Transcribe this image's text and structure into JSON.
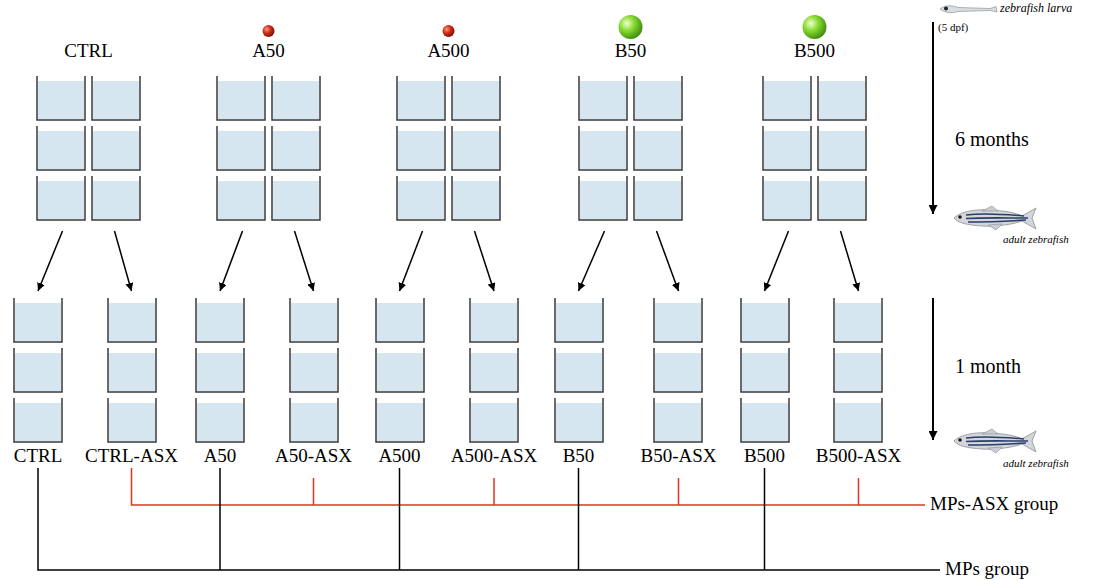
{
  "diagram": {
    "nodes": [
      {
        "text": [
          "CTRL"
        ]
      },
      {
        "text": [
          "A50"
        ]
      },
      {
        "text": [
          "A500"
        ]
      },
      {
        "text": [
          "B50"
        ]
      },
      {
        "text": [
          "B500"
        ]
      },
      {
        "text": [
          "CTRL"
        ]
      },
      {
        "text": [
          "CTRL-ASX"
        ]
      },
      {
        "text": [
          "A50"
        ]
      },
      {
        "text": [
          "A50-ASX"
        ]
      },
      {
        "text": [
          "A500"
        ]
      },
      {
        "text": [
          "A500-ASX"
        ]
      },
      {
        "text": [
          "B50"
        ]
      },
      {
        "text": [
          "B50-ASX"
        ]
      },
      {
        "text": [
          "B500"
        ]
      },
      {
        "text": [
          "B500-ASX"
        ]
      }
    ],
    "edges": [
      {
        "from": 0,
        "to": 5,
        "arrow": "to"
      },
      {
        "from": 0,
        "to": 6,
        "arrow": "to"
      },
      {
        "from": 1,
        "to": 7,
        "arrow": "to"
      },
      {
        "from": 1,
        "to": 8,
        "arrow": "to"
      },
      {
        "from": 2,
        "to": 9,
        "arrow": "to"
      },
      {
        "from": 2,
        "to": 10,
        "arrow": "to"
      },
      {
        "from": 3,
        "to": 11,
        "arrow": "to"
      },
      {
        "from": 3,
        "to": 12,
        "arrow": "to"
      },
      {
        "from": 4,
        "to": 13,
        "arrow": "to"
      },
      {
        "from": 4,
        "to": 14,
        "arrow": "to"
      }
    ],
    "labels": [
      "zebrafish larva",
      "(5 dpf)",
      "6 months",
      "adult zebrafish",
      "1 month",
      "adult zebrafish",
      "MPs-ASX group",
      "MPs group"
    ]
  }
}
